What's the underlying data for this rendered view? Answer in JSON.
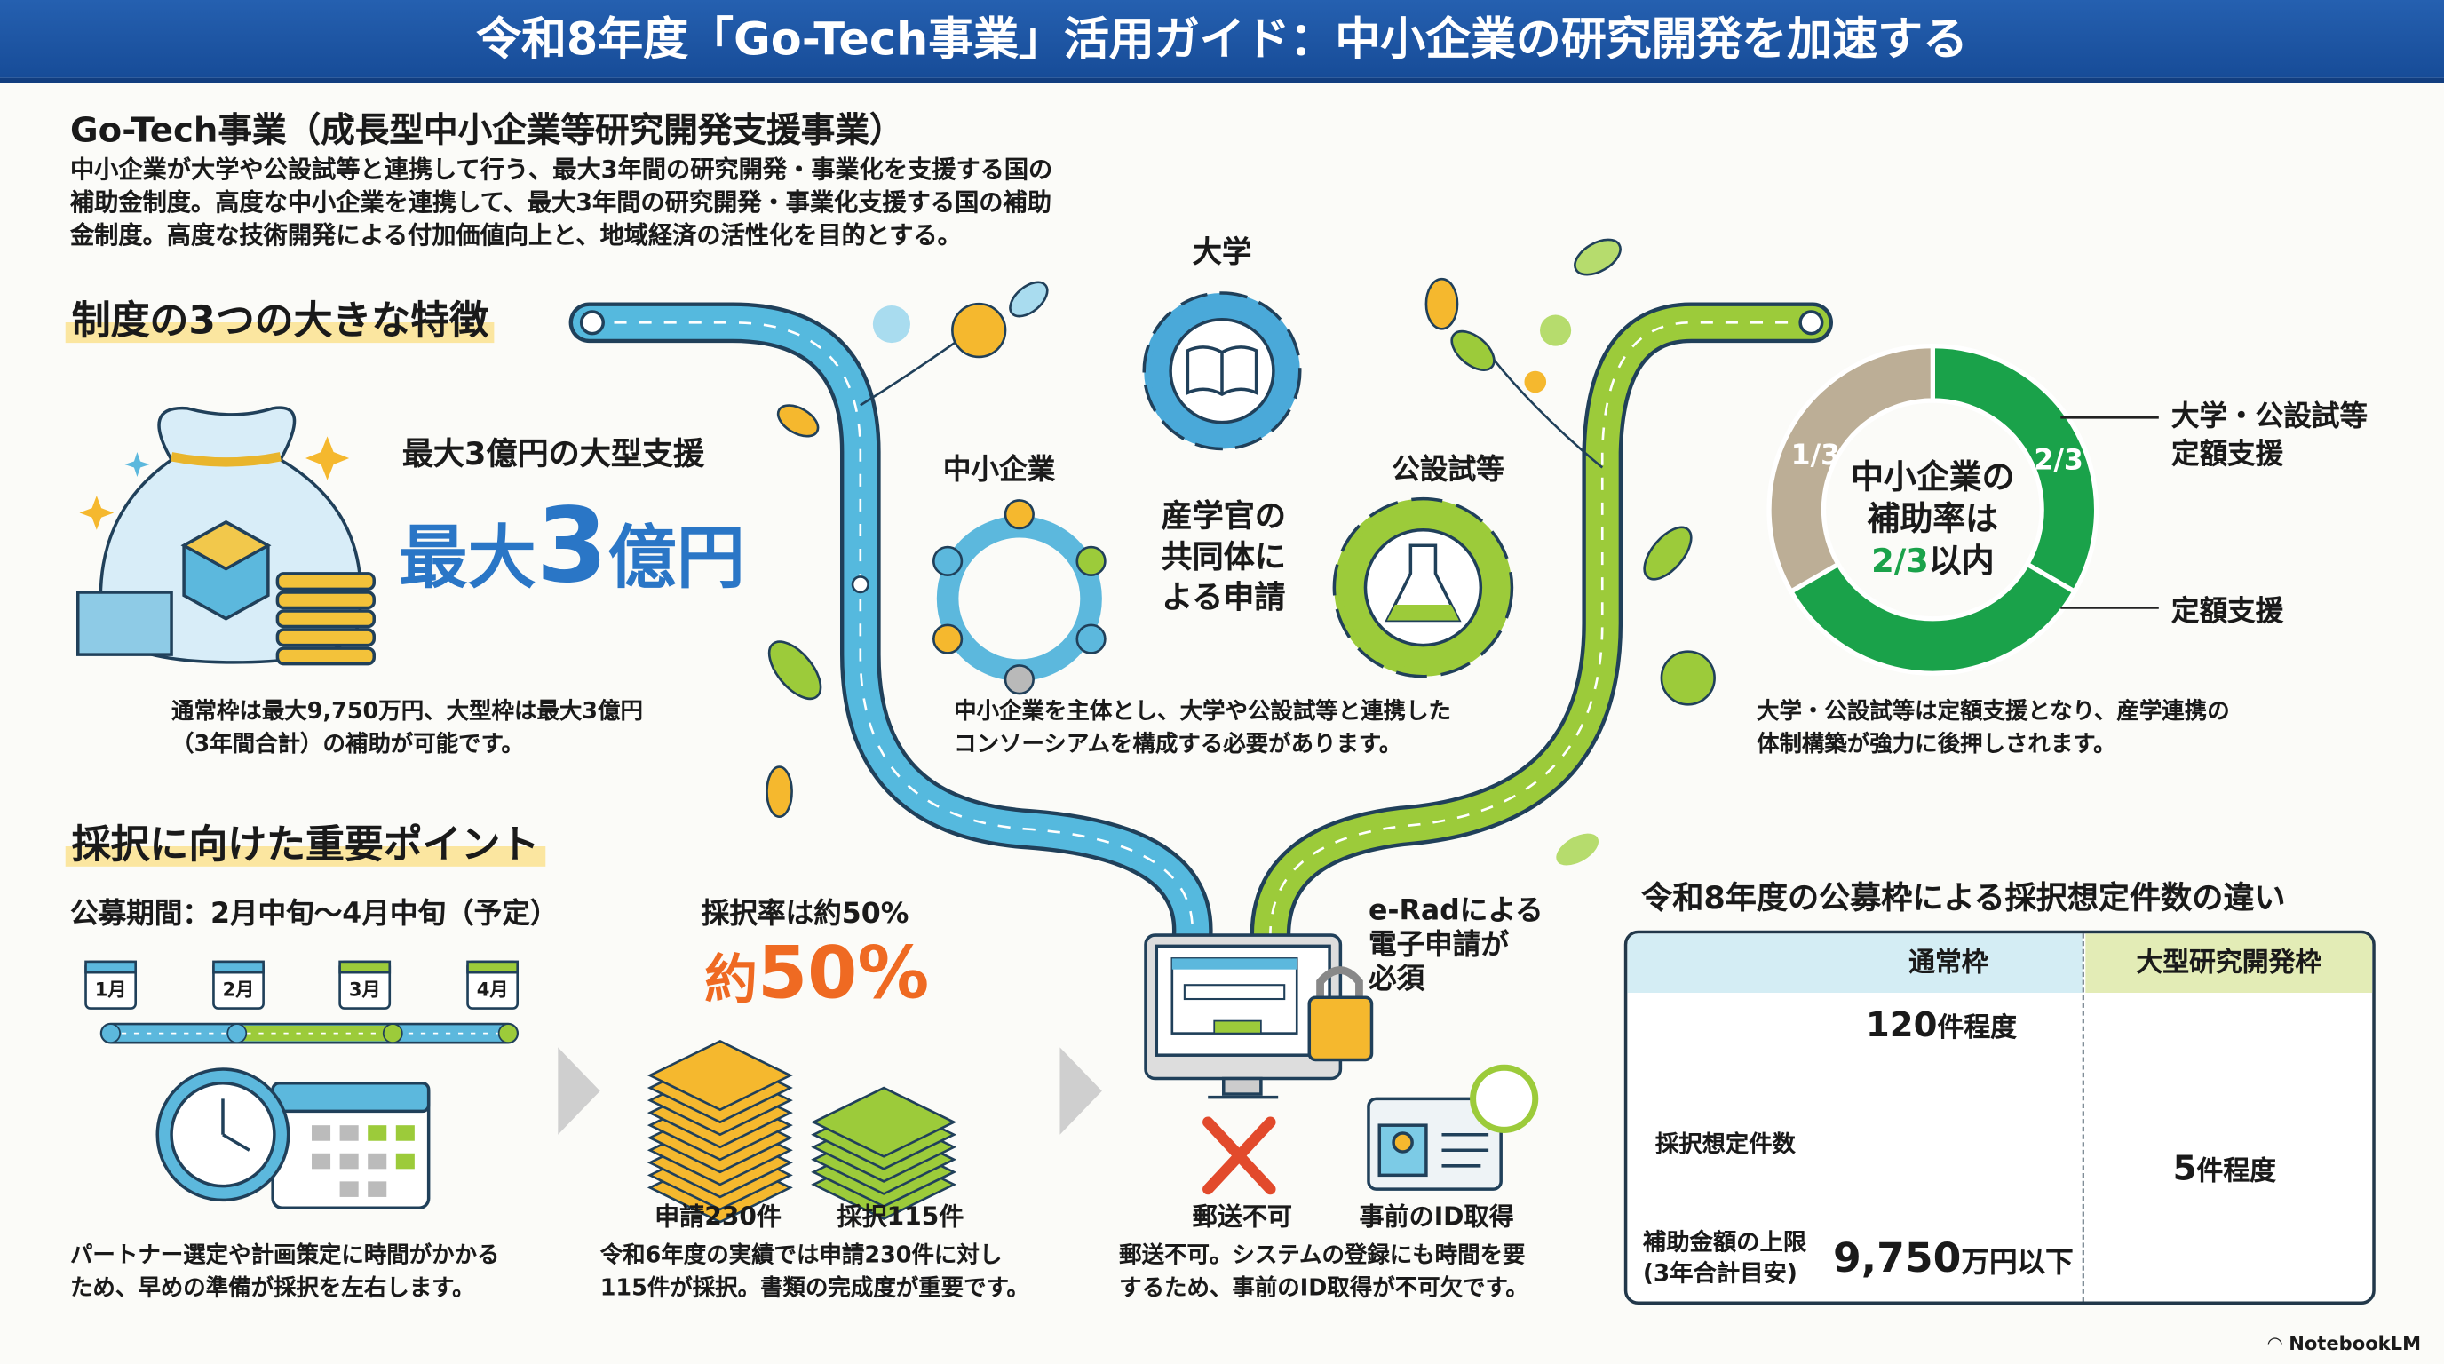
{
  "title": "令和8年度「Go-Tech事業」活用ガイド：中小企業の研究開発を加速する",
  "intro": {
    "heading": "Go-Tech事業（成長型中小企業等研究開発支援事業）",
    "lines": [
      "中小企業が大学や公設試等と連携して行う、最大3年間の研究開発・事業化を支援する国の",
      "補助金制度。高度な中小企業を連携して、最大3年間の研究開発・事業化支援する国の補助",
      "金制度。高度な技術開発による付加価値向上と、地域経済の活性化を目的とする。"
    ]
  },
  "features": {
    "heading": "制度の3つの大きな特徴",
    "support": {
      "title": "最大3億円の大型支援",
      "big_prefix": "最大",
      "big_num": "3",
      "big_suffix": "億円",
      "caption": [
        "通常枠は最大9,750万円、大型枠は最大3億円",
        "（3年間合計）の補助が可能です。"
      ]
    },
    "consortium": {
      "university": "大学",
      "sme": "中小企業",
      "public_lab": "公設試等",
      "center": [
        "産学官の",
        "共同体に",
        "よる申請"
      ],
      "caption": [
        "中小企業を主体とし、大学や公設試等と連携した",
        "コンソーシアムを構成する必要があります。"
      ]
    },
    "rate": {
      "center": [
        "中小企業の",
        "補助率は"
      ],
      "center_rate": "2/3",
      "center_suffix": "以内",
      "caption": [
        "大学・公設試等は定額支援となり、産学連携の",
        "体制構築が強力に後押しされます。"
      ]
    }
  },
  "points": {
    "heading": "採択に向けた重要ポイント",
    "period": "公募期間：2月中旬〜4月中旬（予定）",
    "months": [
      "1月",
      "2月",
      "3月",
      "4月"
    ],
    "period_caption": [
      "パートナー選定や計画策定に時間がかかる",
      "ため、早めの準備が採択を左右します。"
    ],
    "rate_title": "採択率は約50%",
    "rate_big_prefix": "約",
    "rate_big": "50%",
    "applied": "申請230件",
    "adopted": "採択115件",
    "rate_caption": [
      "令和6年度の実績では申請230件に対し",
      "115件が採択。書類の完成度が重要です。"
    ],
    "erad": [
      "e-Radによる",
      "電子申請が",
      "必須"
    ],
    "no_mail": "郵送不可",
    "id": "事前のID取得",
    "erad_caption": [
      "郵送不可。システムの登録にも時間を要",
      "するため、事前のID取得が不可欠です。"
    ]
  },
  "table": {
    "title": "令和8年度の公募枠による採択想定件数の違い",
    "row_label": "採択想定件数",
    "limit_label": [
      "補助金額の上限",
      "(3年合計目安)"
    ],
    "limit_value_num": "9,750",
    "limit_value_unit": "万円以下"
  },
  "chart_data": [
    {
      "type": "pie",
      "title": "中小企業の補助率は2/3以内",
      "slices": [
        {
          "label": "2/3",
          "value": 1,
          "annotation": "大学・公設試等 定額支援",
          "color": "#1aa24a"
        },
        {
          "label": "",
          "value": 1,
          "annotation": "定額支援",
          "color": "#1aa24a"
        },
        {
          "label": "1/3",
          "value": 1,
          "annotation": "",
          "color": "#bcae96"
        }
      ],
      "labels": {
        "left": "1/3",
        "right": "2/3"
      },
      "annotations": [
        "大学・公設試等",
        "定額支援",
        "定額支援"
      ]
    },
    {
      "type": "bar",
      "categories": [
        "通常枠",
        "大型研究開発枠"
      ],
      "values": [
        120,
        5
      ],
      "data_labels": [
        {
          "num": "120",
          "unit": "件程度"
        },
        {
          "num": "5",
          "unit": "件程度"
        }
      ],
      "colors": [
        "#3fb8d6",
        "#9fcc3b"
      ],
      "ylim": [
        0,
        120
      ]
    }
  ],
  "footer": {
    "brand": "NotebookLM"
  },
  "colors": {
    "title_bg": "#1c4f9c",
    "blue": "#2a76c6",
    "orange": "#ef6a22",
    "green": "#1aa24a"
  }
}
